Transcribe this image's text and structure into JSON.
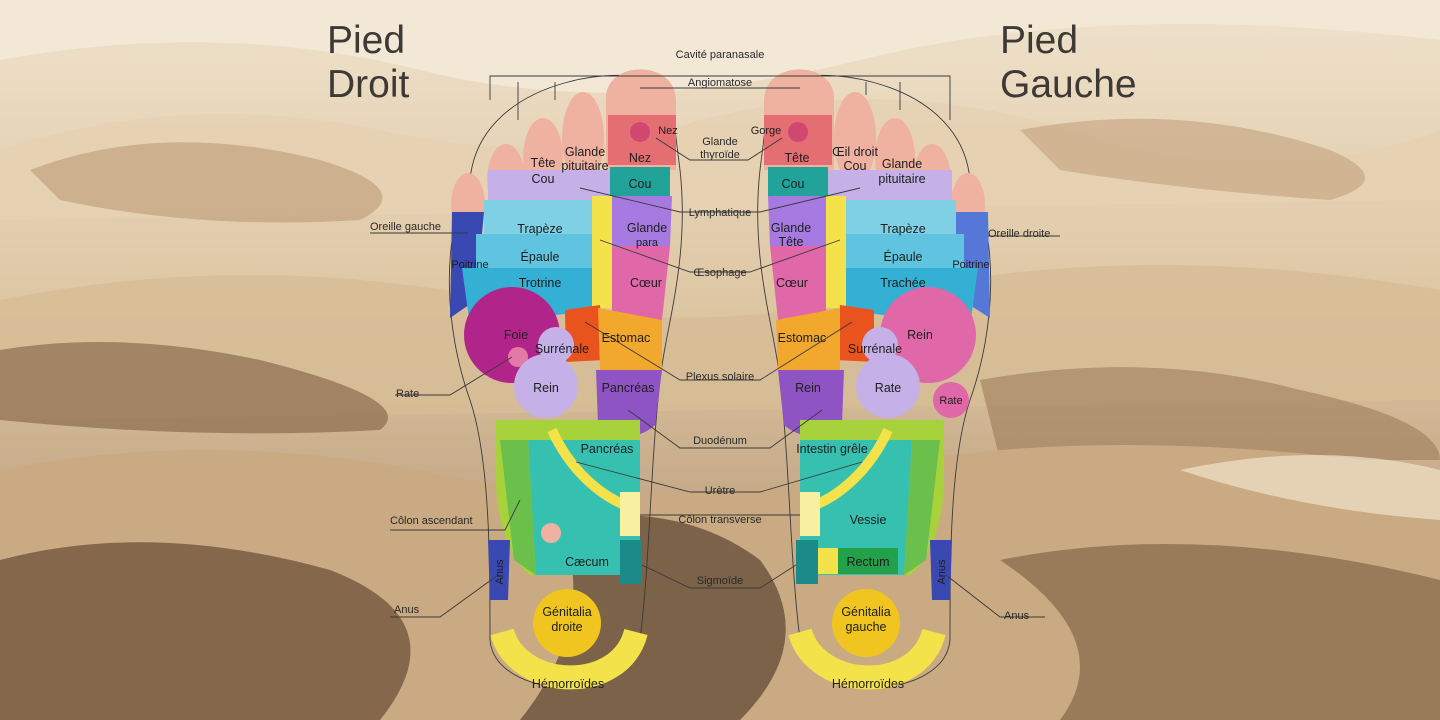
{
  "titles": {
    "right_foot": [
      "Pied",
      "Droit"
    ],
    "left_foot": [
      "Pied",
      "Gauche"
    ]
  },
  "callouts": {
    "cavite": "Cavité paranasale",
    "angiomatose": "Angiomatose",
    "glande_thyroide": [
      "Glande",
      "thyroïde"
    ],
    "lymphatique": "Lymphatique",
    "oesophage": "Œsophage",
    "plexus": "Plexus solaire",
    "duodenum": "Duodénum",
    "uretre": "Urètre",
    "colon_transverse": "Côlon transverse",
    "sigmoide": "Sigmoïde",
    "oreille_gauche": "Oreille gauche",
    "oreille_droite": "Oreille droite",
    "rate_left": "Rate",
    "colon_ascendant": "Côlon ascendant",
    "anus_right": "Anus",
    "anus_left": "Anus"
  },
  "right_foot": {
    "tete": "Tête",
    "cou_toe": "Cou",
    "glande_pituitaire": [
      "Glande",
      "pituitaire"
    ],
    "nez": "Nez",
    "nez2": "Nez",
    "cou": "Cou",
    "trapeze": "Trapèze",
    "epaule": "Épaule",
    "poitrine_zone": "Trotrine",
    "poitrine_side": "Poitrine",
    "glande_para": [
      "Glande",
      "para"
    ],
    "coeur": "Cœur",
    "foie": "Foie",
    "surrenale": "Surrénale",
    "rein": "Rein",
    "estomac": "Estomac",
    "pancreas_upper": "Pancréas",
    "pancreas_lower": "Pancréas",
    "caecum": "Cæcum",
    "genitalia": [
      "Génitalia",
      "droite"
    ],
    "hemorroides": "Hémorroïdes",
    "anus_small": "Anus"
  },
  "left_foot": {
    "tete": "Tête",
    "cou_toe": "Cou",
    "oeil_droit": "Œil droit",
    "glande_pituitaire": [
      "Glande",
      "pituitaire"
    ],
    "gorge": "Gorge",
    "cou": "Cou",
    "glande_tete": [
      "Glande",
      "Tête"
    ],
    "coeur": "Cœur",
    "trapeze": "Trapèze",
    "epaule": "Épaule",
    "trachee": "Trachée",
    "poitrine_side": "Poitrine",
    "estomac": "Estomac",
    "surrenale": "Surrénale",
    "rein_big": "Rein",
    "rate": "Rate",
    "rein_small": "Rein",
    "intestin": "Intestin grêle",
    "vessie": "Vessie",
    "rectum": "Rectum",
    "genitalia": [
      "Génitalia",
      "gauche"
    ],
    "hemorroides": "Hémorroïdes",
    "anus_small": "Anus"
  },
  "colors": {
    "sand_light": "#ecdcc0",
    "sand_mid": "#cdb08a",
    "sand_dark": "#6b5138",
    "toe_pink": "#f0b2a0",
    "magenta": "#b1258a",
    "pink": "#e068a8",
    "lavender": "#c5b0e8",
    "purple": "#8e54c4",
    "blue": "#5577d8",
    "sky": "#7fd0e4",
    "cyan": "#34b0d4",
    "teal": "#22a39a",
    "yellow": "#f3e24a",
    "orange": "#f2a72d",
    "red_orange": "#e8531e",
    "lime": "#a8d23c",
    "green": "#3ec079",
    "gold": "#f0c51f",
    "navy": "#3a48b2"
  }
}
